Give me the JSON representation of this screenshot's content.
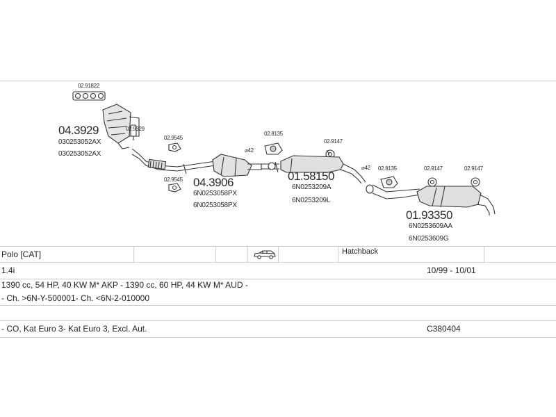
{
  "parts": {
    "gasket_code": "02.91822",
    "manifold_cat": {
      "number": "04.3929",
      "oem1": "030253052AX",
      "oem2": "030253052AX"
    },
    "clamp_a": "02.9329",
    "gasket_upper": "02.9545",
    "gasket_lower": "02.9545",
    "catalyst": {
      "number": "04.3906",
      "oem1": "6N0253058PX",
      "oem2": "6N0253058PX"
    },
    "mid_bracket": "02.8135",
    "dia_mid": "⌀42",
    "mid_rubber": "02.9147",
    "mid_silencer": {
      "number": "01.58150",
      "oem1": "6N0253209A",
      "oem2": "6N0253209L"
    },
    "dia_rear": "⌀42",
    "rear_bracket": "02.8135",
    "rear_rubber1": "02.9147",
    "rear_rubber2": "02.9147",
    "rear_silencer": {
      "number": "01.93350",
      "oem1": "6N0253609AA",
      "oem2": "6N0253609G"
    }
  },
  "vehicle": {
    "model": "Polo  [CAT]",
    "body": "Hatchback",
    "engine": "1.4i",
    "years": "10/99 - 10/01",
    "spec": "1390 cc, 54 HP, 40 KW M* AKP - 1390 cc, 60 HP, 44 KW M* AUD -",
    "chassis": "- Ch. >6N-Y-500001- Ch. <6N-2-010000",
    "notes": "- CO, Kat Euro 3- Kat Euro 3, Excl. Aut.",
    "catalog_code": "C380404",
    "icon": "car-icon"
  }
}
